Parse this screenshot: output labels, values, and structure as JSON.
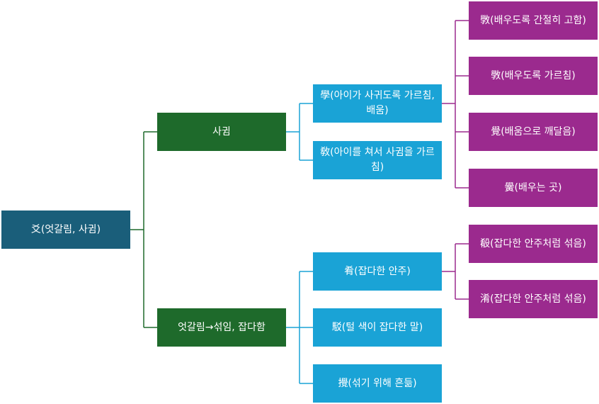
{
  "root": {
    "label": "爻(엇갈림, 사귐)"
  },
  "level1": {
    "sagwim": "사귐",
    "eotgallim": "엇갈림→섞임, 잡다함"
  },
  "level2": {
    "hak": "學(아이가 사귀도록 가르침, 배움)",
    "gyo": "敎(아이를 쳐서 사귐을 가르침)",
    "hyo": "肴(잡다한 안주)",
    "hyo2": "駁(털 색이 잡다한 말)",
    "gyo2": "攪(섞기 위해 흔듦)"
  },
  "level3": {
    "a": "斆(배우도록 간절히 고함)",
    "b": "斆(배우도록 가르침)",
    "c": "覺(배움으로 깨달음)",
    "d": "黌(배우는 곳)",
    "e": "殽(잡다한 안주처럼 섞음)",
    "f": "淆(잡다한 안주처럼 섞음)"
  },
  "colors": {
    "root": "#1a5e7a",
    "level1": "#1e6a2b",
    "level2": "#1aa3d6",
    "level3": "#9b2a8e",
    "connector_root": "#1e6a2b",
    "connector_l1": "#1aa3d6",
    "connector_l2": "#9b2a8e"
  }
}
